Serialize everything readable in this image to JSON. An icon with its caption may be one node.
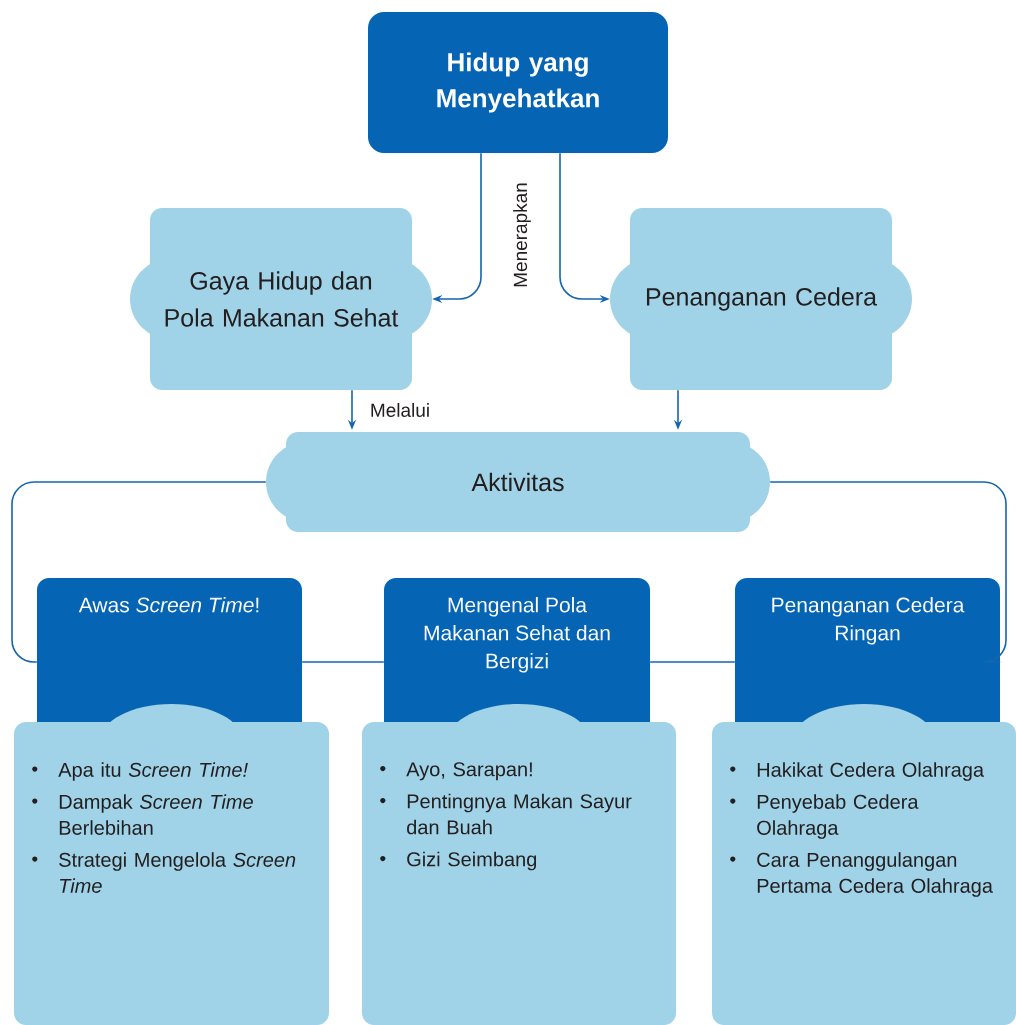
{
  "diagram": {
    "nodes": [
      {
        "text": [
          "Hidup yang Menyehatkan"
        ]
      },
      {
        "text": [
          "Gaya Hidup dan Pola Makanan Sehat"
        ]
      },
      {
        "text": [
          "Penanganan Cedera"
        ]
      },
      {
        "text": [
          "Aktivitas"
        ]
      },
      {
        "text": [
          "Awas *Screen Time*!"
        ]
      },
      {
        "text": [
          "Apa itu *Screen Time!*",
          "Dampak *Screen Time* Berlebihan",
          "Strategi Mengelola *Screen Time*"
        ]
      },
      {
        "text": [
          "Mengenal Pola Makanan Sehat dan Bergizi"
        ]
      },
      {
        "text": [
          "Ayo, Sarapan!",
          "Pentingnya Makan Sayur dan Buah",
          "Gizi Seimbang"
        ]
      },
      {
        "text": [
          "Penanganan Cedera Ringan"
        ]
      },
      {
        "text": [
          "Hakikat Cedera Olahraga",
          "Penyebab Cedera Olahraga",
          "Cara Penanggulangan Pertama Cedera Olahraga"
        ]
      }
    ],
    "edges": [
      {
        "from": 0,
        "to": 1,
        "arrow": "to",
        "label": "Menerapkan"
      },
      {
        "from": 0,
        "to": 2,
        "arrow": "to"
      },
      {
        "from": 1,
        "to": 3,
        "arrow": "to",
        "label": "Melalui"
      },
      {
        "from": 2,
        "to": 3,
        "arrow": "to"
      },
      {
        "from": 3,
        "to": 4,
        "arrow": "none"
      },
      {
        "from": 4,
        "to": 6,
        "arrow": "none"
      },
      {
        "from": 6,
        "to": 8,
        "arrow": "none"
      },
      {
        "from": 8,
        "to": 3,
        "arrow": "none"
      }
    ]
  }
}
